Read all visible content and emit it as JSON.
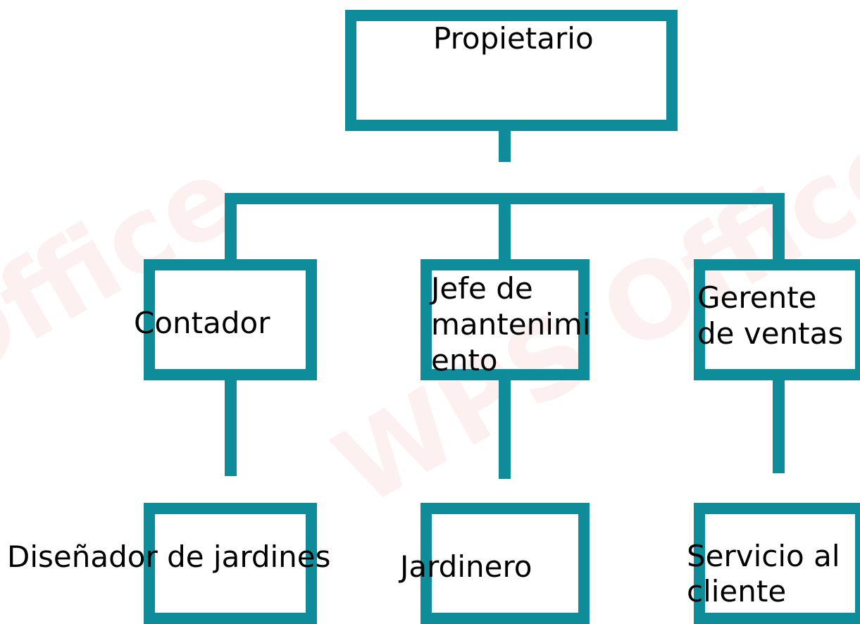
{
  "diagram": {
    "accent_color": "#0f8c99",
    "nodes": {
      "owner": "Propietario",
      "accountant": "Contador",
      "maintenance_head": "Jefe de\nmantenimi\nento",
      "sales_manager": "Gerente\nde ventas",
      "garden_designer": "Diseñador de jardines",
      "gardener": "Jardinero",
      "customer_service": "Servicio al\ncliente"
    }
  }
}
